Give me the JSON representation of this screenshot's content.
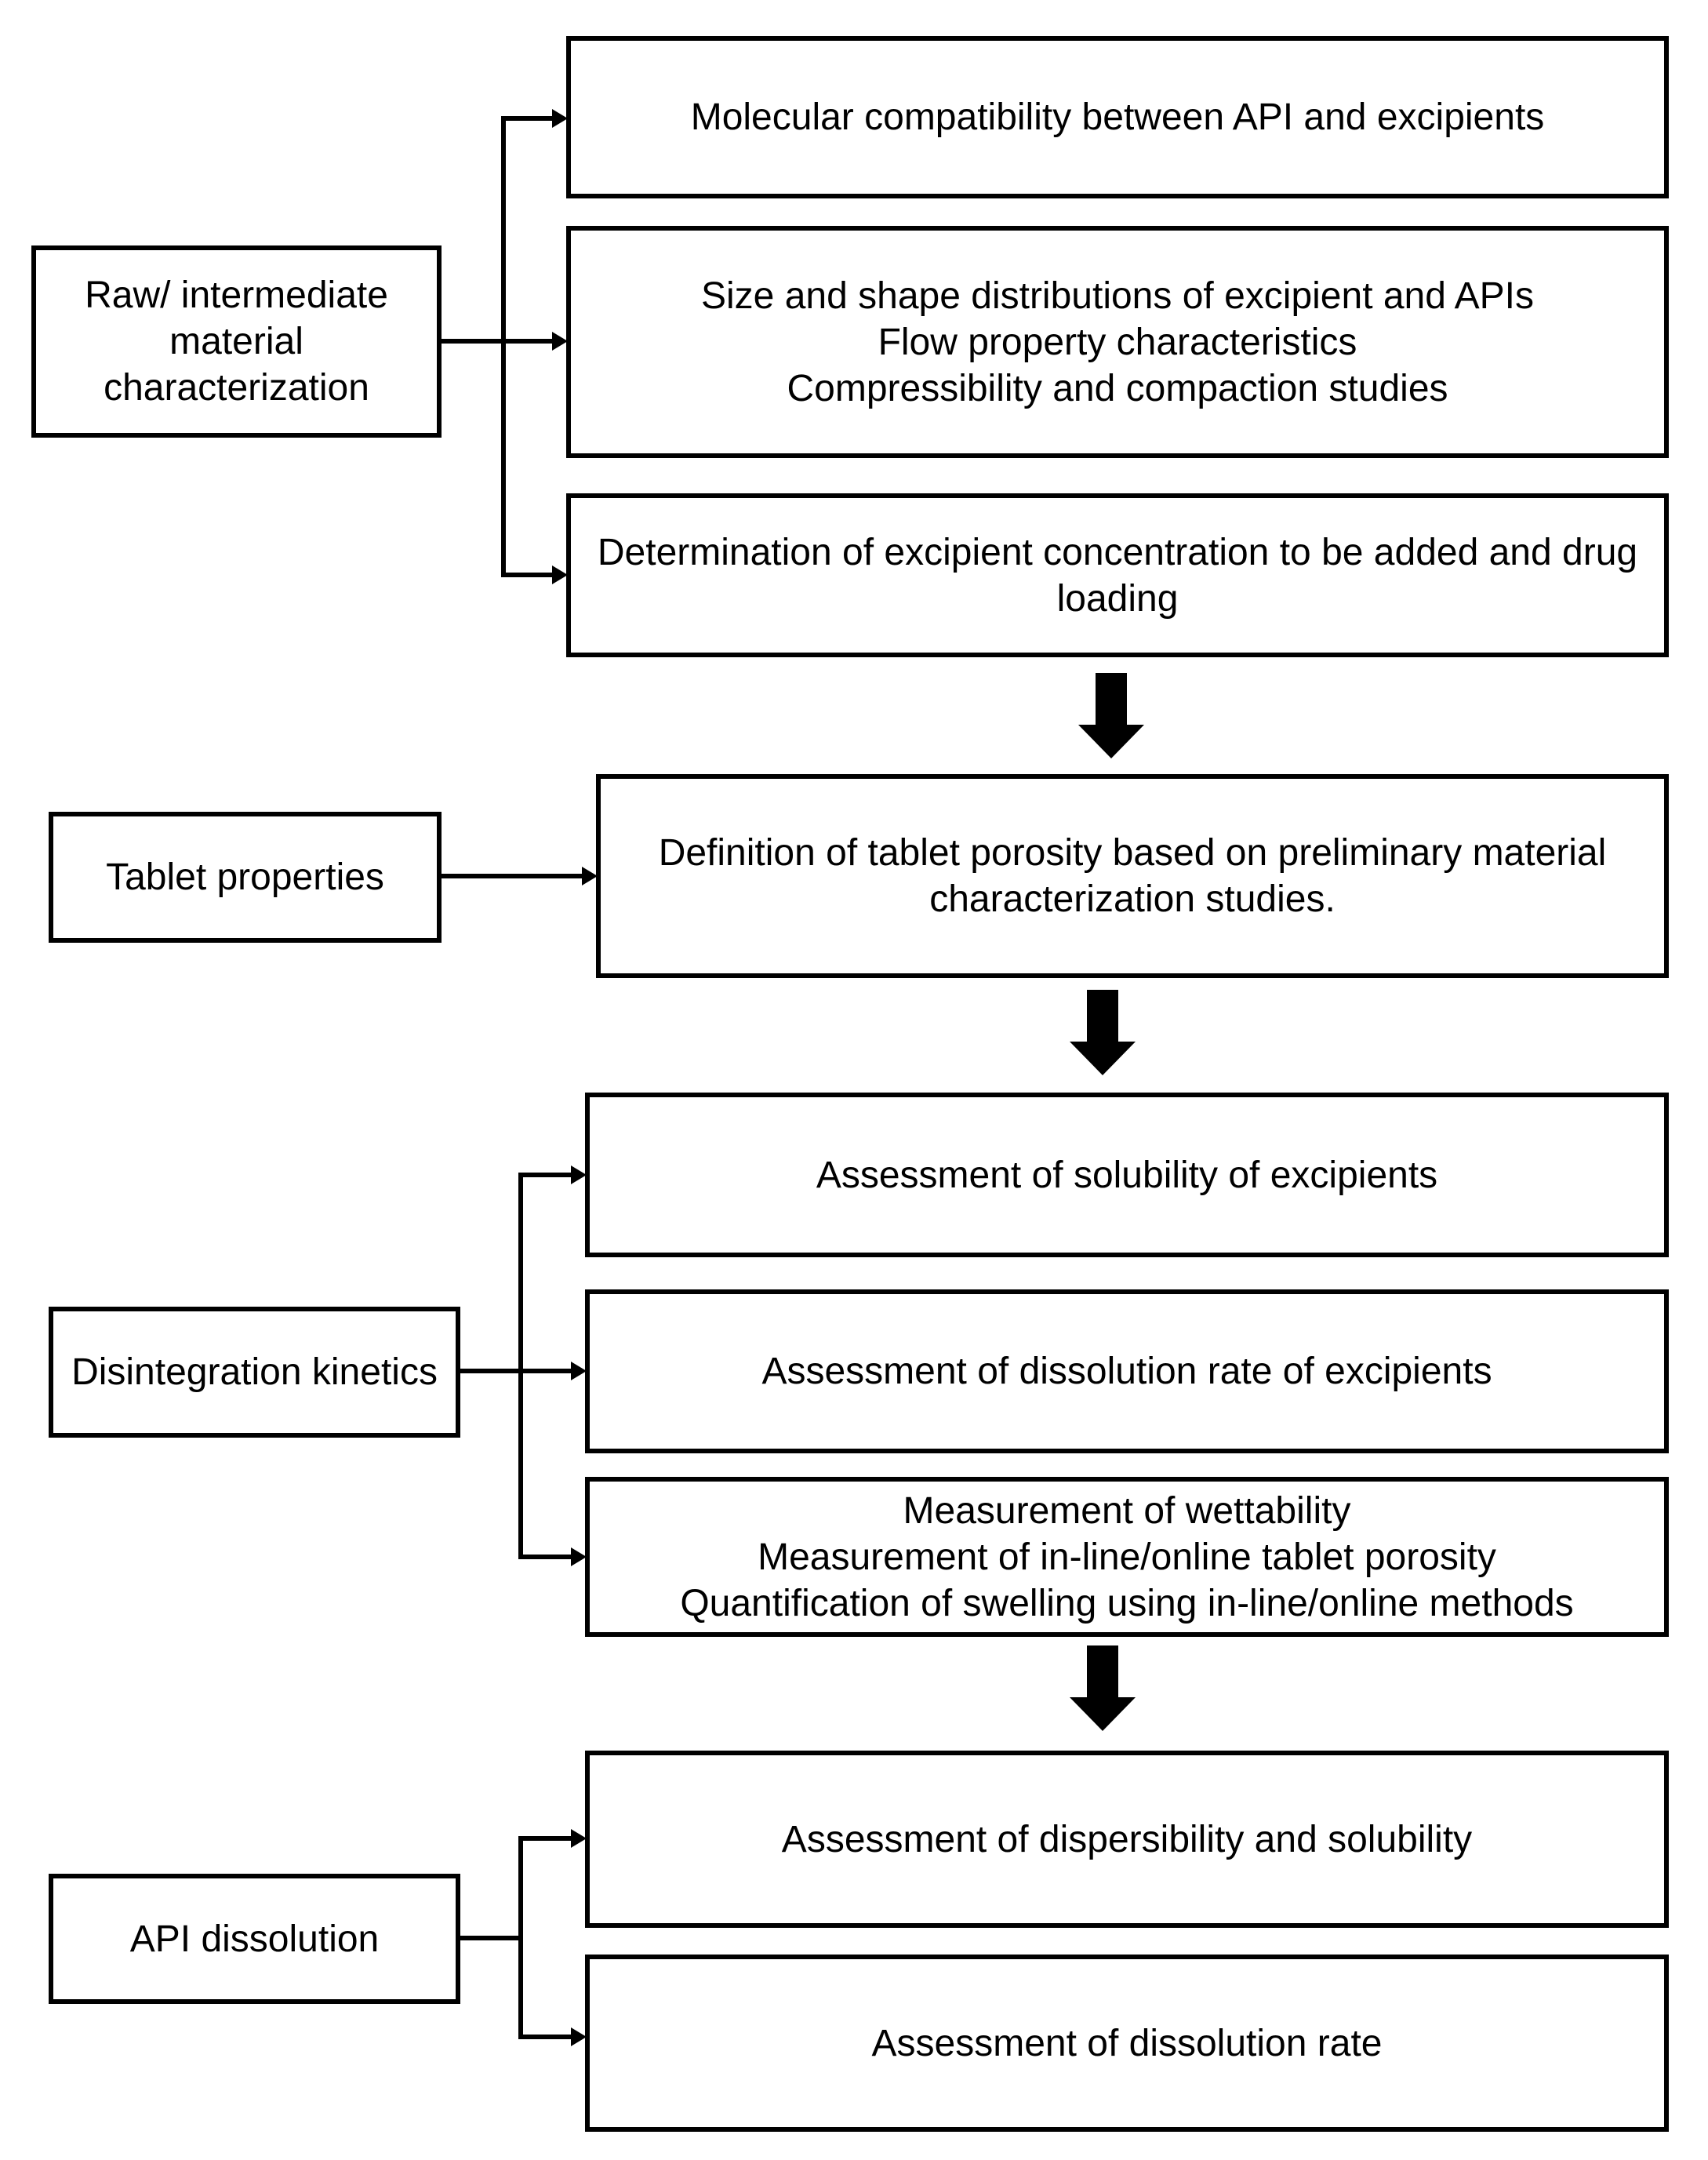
{
  "colors": {
    "stroke": "#000000",
    "background": "#ffffff"
  },
  "diagram": {
    "categories": {
      "raw_material": {
        "lines": [
          "Raw/ intermediate",
          "material",
          "characterization"
        ]
      },
      "tablet_properties": {
        "lines": [
          "Tablet properties"
        ]
      },
      "disintegration": {
        "lines": [
          "Disintegration kinetics"
        ]
      },
      "api_dissolution": {
        "lines": [
          "API dissolution"
        ]
      }
    },
    "steps": {
      "molecular": {
        "lines": [
          "Molecular compatibility between API and excipients"
        ]
      },
      "size_flow": {
        "lines": [
          "Size and shape distributions of excipient and APIs",
          "Flow property characteristics",
          "Compressibility and compaction studies"
        ]
      },
      "concentration": {
        "lines": [
          "Determination of excipient concentration to be added and drug",
          "loading"
        ]
      },
      "porosity": {
        "lines": [
          "Definition of tablet porosity based on preliminary material",
          "characterization studies."
        ]
      },
      "solubility": {
        "lines": [
          "Assessment of solubility of excipients"
        ]
      },
      "dissolution_rate": {
        "lines": [
          "Assessment of dissolution rate of excipients"
        ]
      },
      "wettability": {
        "lines": [
          "Measurement of wettability",
          "Measurement of in-line/online tablet porosity",
          "Quantification of swelling using in-line/online methods"
        ]
      },
      "dispersibility": {
        "lines": [
          "Assessment of dispersibility and solubility"
        ]
      },
      "api_rate": {
        "lines": [
          "Assessment of dissolution rate"
        ]
      }
    }
  }
}
